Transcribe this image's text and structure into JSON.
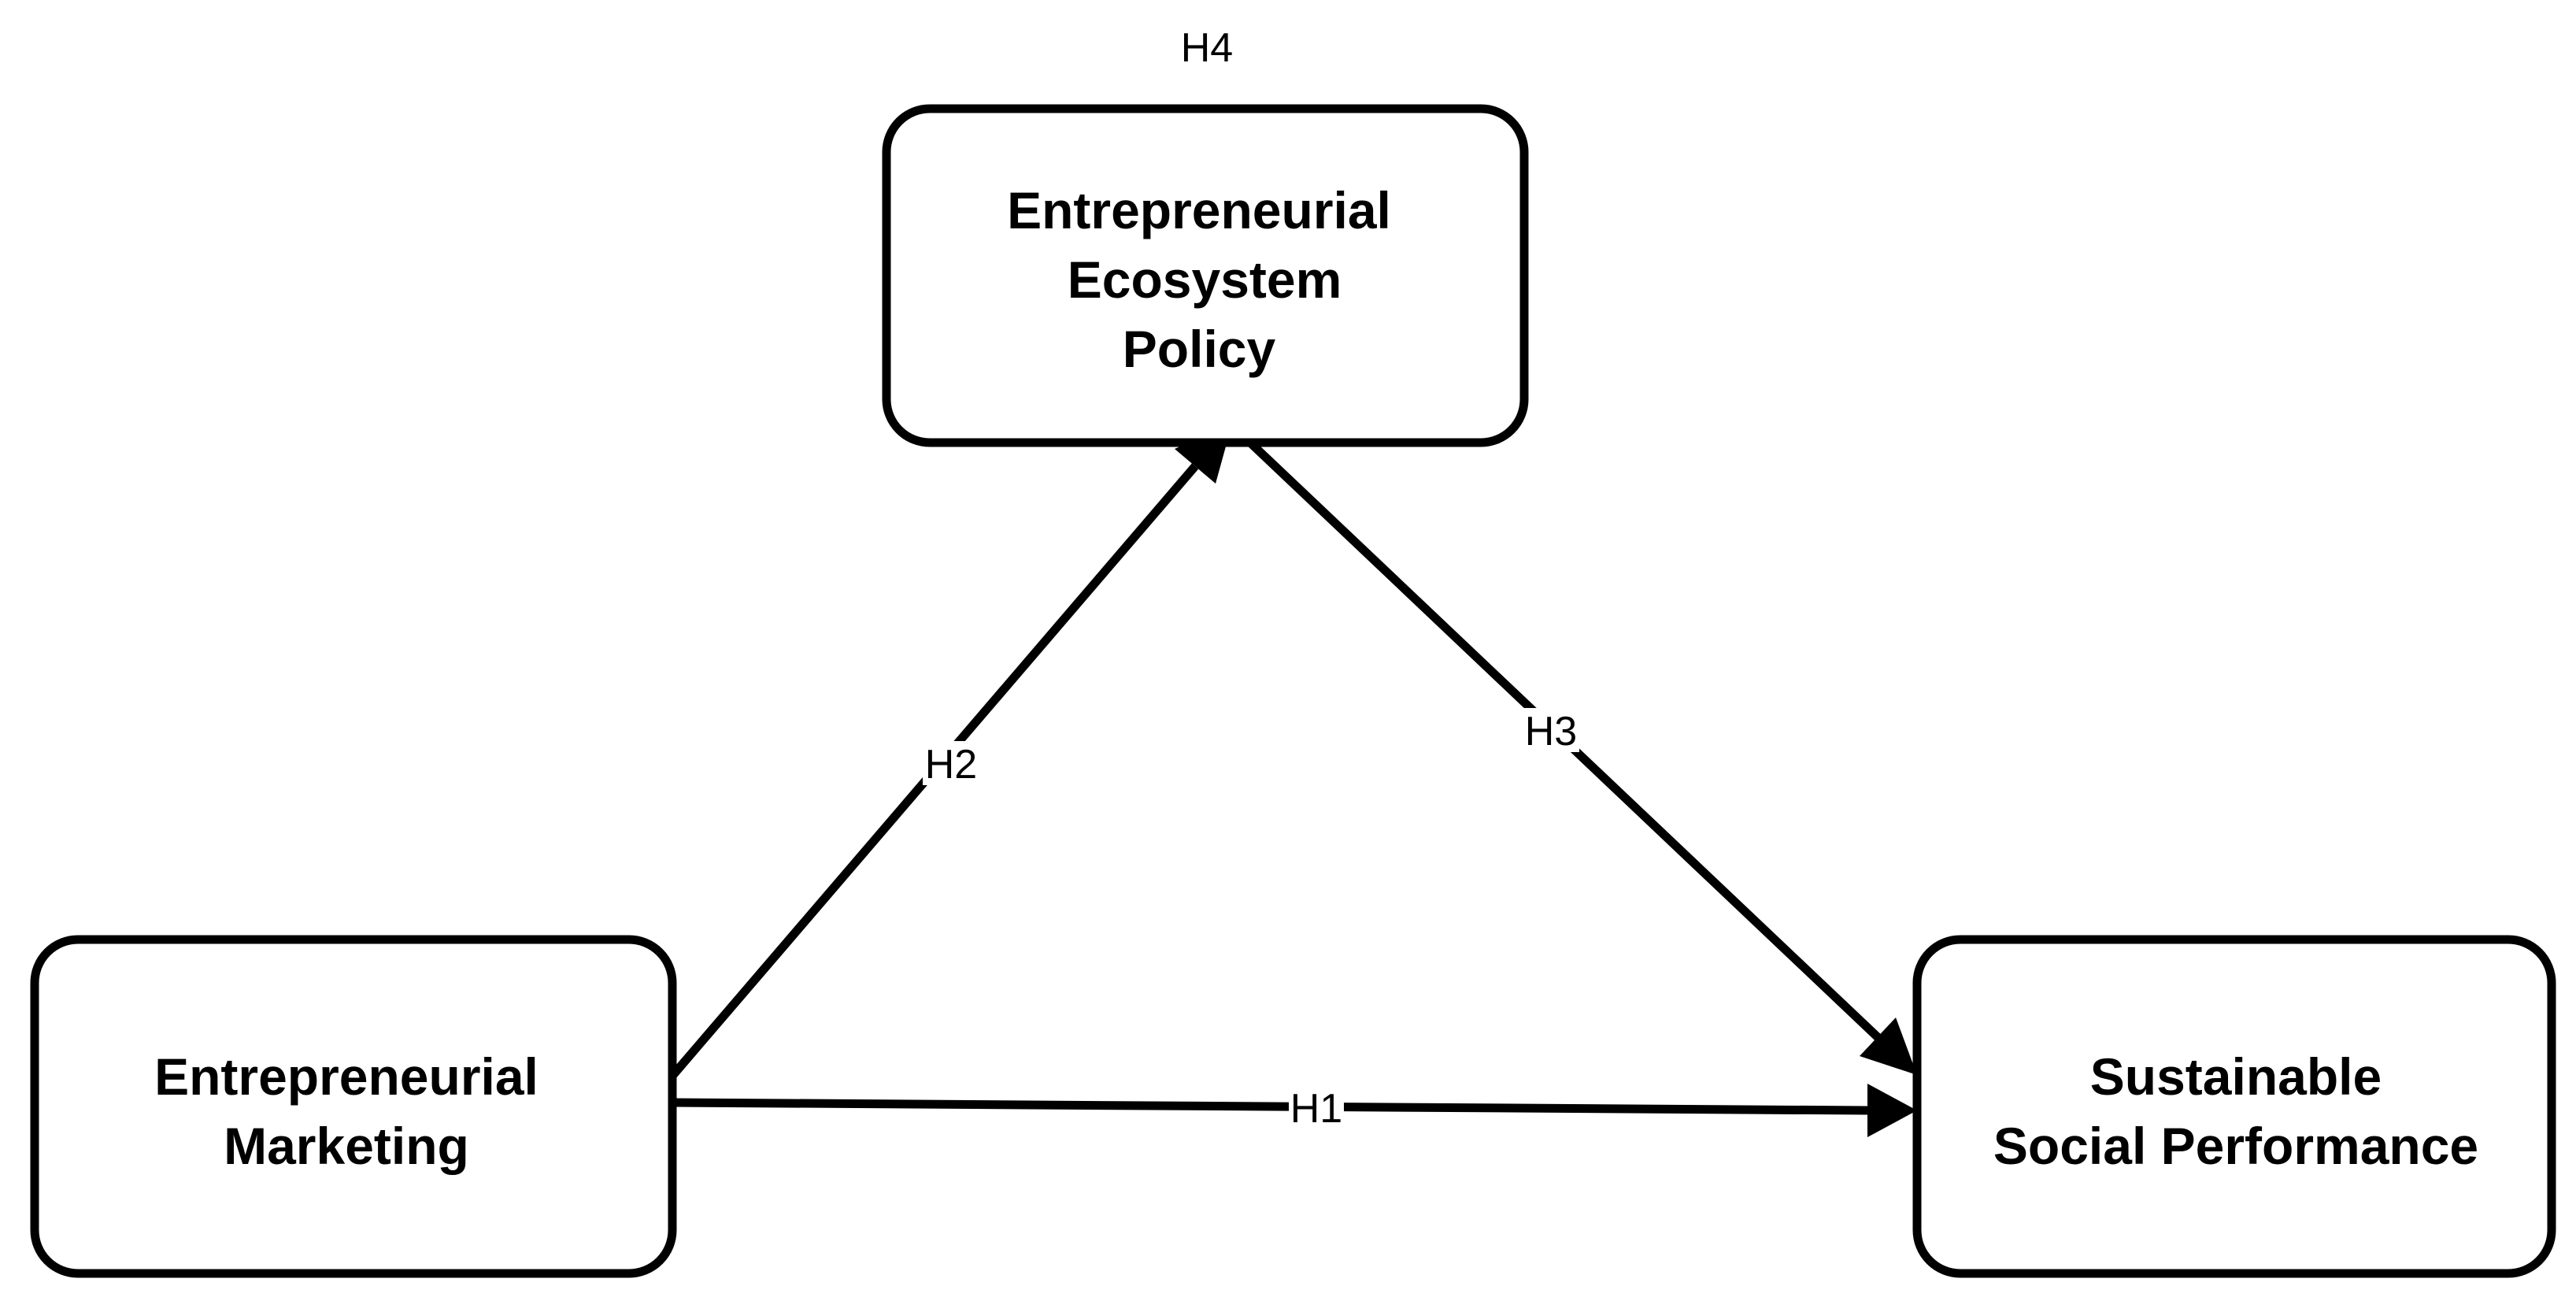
{
  "nodes": {
    "ecosystem": {
      "lines": [
        "Entrepreneurial",
        "Ecosystem",
        "Policy"
      ]
    },
    "marketing": {
      "lines": [
        "Entrepreneurial",
        "Marketing"
      ]
    },
    "performance": {
      "lines": [
        "Sustainable",
        "Social Performance"
      ]
    }
  },
  "edges": {
    "h1": {
      "label": "H1",
      "from": "marketing",
      "to": "performance"
    },
    "h2": {
      "label": "H2",
      "from": "marketing",
      "to": "ecosystem"
    },
    "h3": {
      "label": "H3",
      "from": "ecosystem",
      "to": "performance"
    }
  },
  "annotations": {
    "h4": "H4"
  }
}
